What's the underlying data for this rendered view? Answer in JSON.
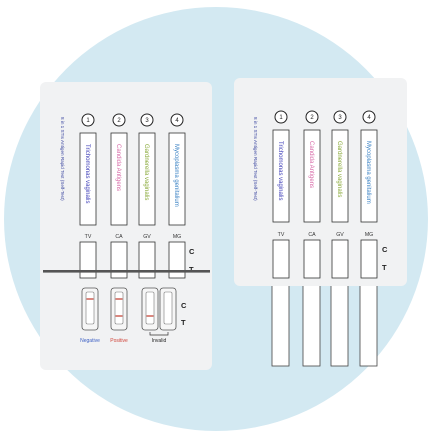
{
  "card_left": {
    "side_label": "8 in 1 STIs Antigen Rapid Test (Self-Test)",
    "strips": [
      {
        "number": "1",
        "name": "Trichomonas vaginalis",
        "code": "TV",
        "name_color": "#3f3fb8"
      },
      {
        "number": "2",
        "name": "Candida Antigens",
        "code": "CA",
        "name_color": "#d86aa8"
      },
      {
        "number": "3",
        "name": "Gardnerella vaginalis",
        "code": "GV",
        "name_color": "#8aaa3a"
      },
      {
        "number": "4",
        "name": "Mycoplasma genitalium",
        "code": "MG",
        "name_color": "#3a82c4"
      }
    ],
    "control_label": "C",
    "test_label": "T",
    "result_control_label": "C",
    "result_test_label": "T",
    "results": [
      {
        "label": "Negative",
        "color": "#3b5fc4"
      },
      {
        "label": "Positive",
        "color": "#d0453a"
      },
      {
        "label": "Invalid",
        "color": "#222222"
      }
    ]
  },
  "card_right": {
    "side_label": "8 in 1 STIs Antigen Rapid Test (Self-Test)",
    "strips": [
      {
        "number": "1",
        "name": "Trichomonas vaginalis",
        "code": "TV",
        "name_color": "#3f3fb8"
      },
      {
        "number": "2",
        "name": "Candida Antigens",
        "code": "CA",
        "name_color": "#d86aa8"
      },
      {
        "number": "3",
        "name": "Gardnerella vaginalis",
        "code": "GV",
        "name_color": "#8aaa3a"
      },
      {
        "number": "4",
        "name": "Mycoplasma genitalium",
        "code": "MG",
        "name_color": "#3a82c4"
      }
    ],
    "control_label": "C",
    "test_label": "T"
  },
  "colors": {
    "background_circle": "#d3e9f2",
    "card": "#f1f2f3",
    "line_red": "#c0392b",
    "cut_line": "#555555"
  }
}
